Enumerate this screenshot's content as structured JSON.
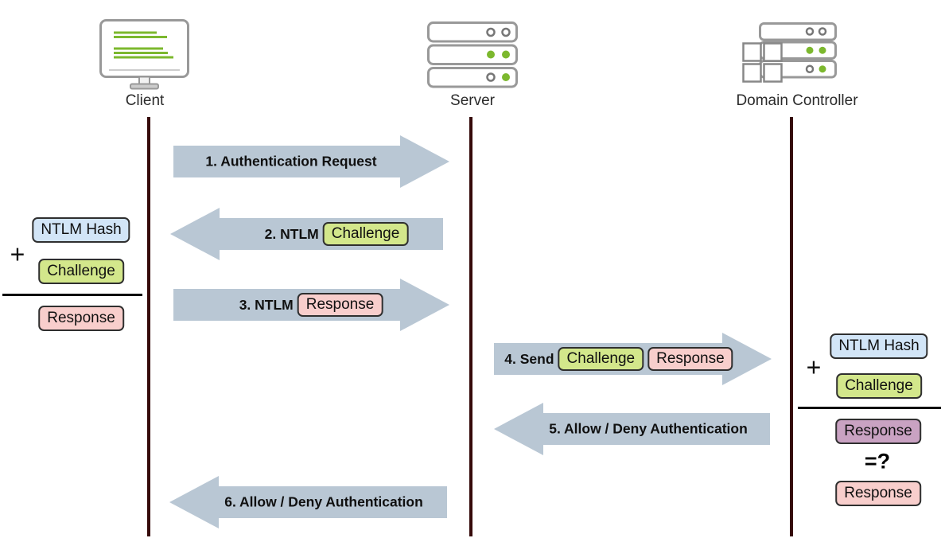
{
  "diagram": {
    "actors": [
      {
        "label": "Client",
        "icon": "computer-monitor-icon"
      },
      {
        "label": "Server",
        "icon": "server-stack-icon"
      },
      {
        "label": "Domain Controller",
        "icon": "domain-controller-icon"
      }
    ],
    "messages": [
      {
        "label": "1. Authentication Request",
        "direction": "right",
        "from": "Client",
        "to": "Server",
        "tokens": []
      },
      {
        "label": "2. NTLM",
        "direction": "left",
        "from": "Server",
        "to": "Client",
        "tokens": [
          {
            "text": "Challenge",
            "color": "#d3e78b"
          }
        ]
      },
      {
        "label": "3. NTLM",
        "direction": "right",
        "from": "Client",
        "to": "Server",
        "tokens": [
          {
            "text": "Response",
            "color": "#f8cecc"
          }
        ]
      },
      {
        "label": "4. Send",
        "direction": "right",
        "from": "Server",
        "to": "Domain Controller",
        "tokens": [
          {
            "text": "Challenge",
            "color": "#d3e78b"
          },
          {
            "text": "Response",
            "color": "#f8cecc"
          }
        ]
      },
      {
        "label": "5. Allow / Deny Authentication",
        "direction": "left",
        "from": "Domain Controller",
        "to": "Server",
        "tokens": []
      },
      {
        "label": "6. Allow / Deny Authentication",
        "direction": "left",
        "from": "Server",
        "to": "Client",
        "tokens": []
      }
    ],
    "client_computation": {
      "plus": "+",
      "operand1": {
        "text": "NTLM Hash",
        "color": "#d2e5f7"
      },
      "operand2": {
        "text": "Challenge",
        "color": "#d3e78b"
      },
      "result": {
        "text": "Response",
        "color": "#f8cecc"
      }
    },
    "dc_computation": {
      "plus": "+",
      "operand1": {
        "text": "NTLM Hash",
        "color": "#d2e5f7"
      },
      "operand2": {
        "text": "Challenge",
        "color": "#d3e78b"
      },
      "computed": {
        "text": "Response",
        "color": "#c9a2c2"
      },
      "equals": "=?",
      "received": {
        "text": "Response",
        "color": "#f8cecc"
      }
    },
    "colors": {
      "arrow_fill": "#b9c7d4",
      "lifeline": "#360a0a",
      "token_border": "#2f2f2f",
      "token_blue": "#d2e5f7",
      "token_green": "#d3e78b",
      "token_pink": "#f8cecc",
      "token_purple": "#c9a2c2",
      "icon_green": "#7cb82e",
      "icon_gray": "#999999"
    }
  }
}
